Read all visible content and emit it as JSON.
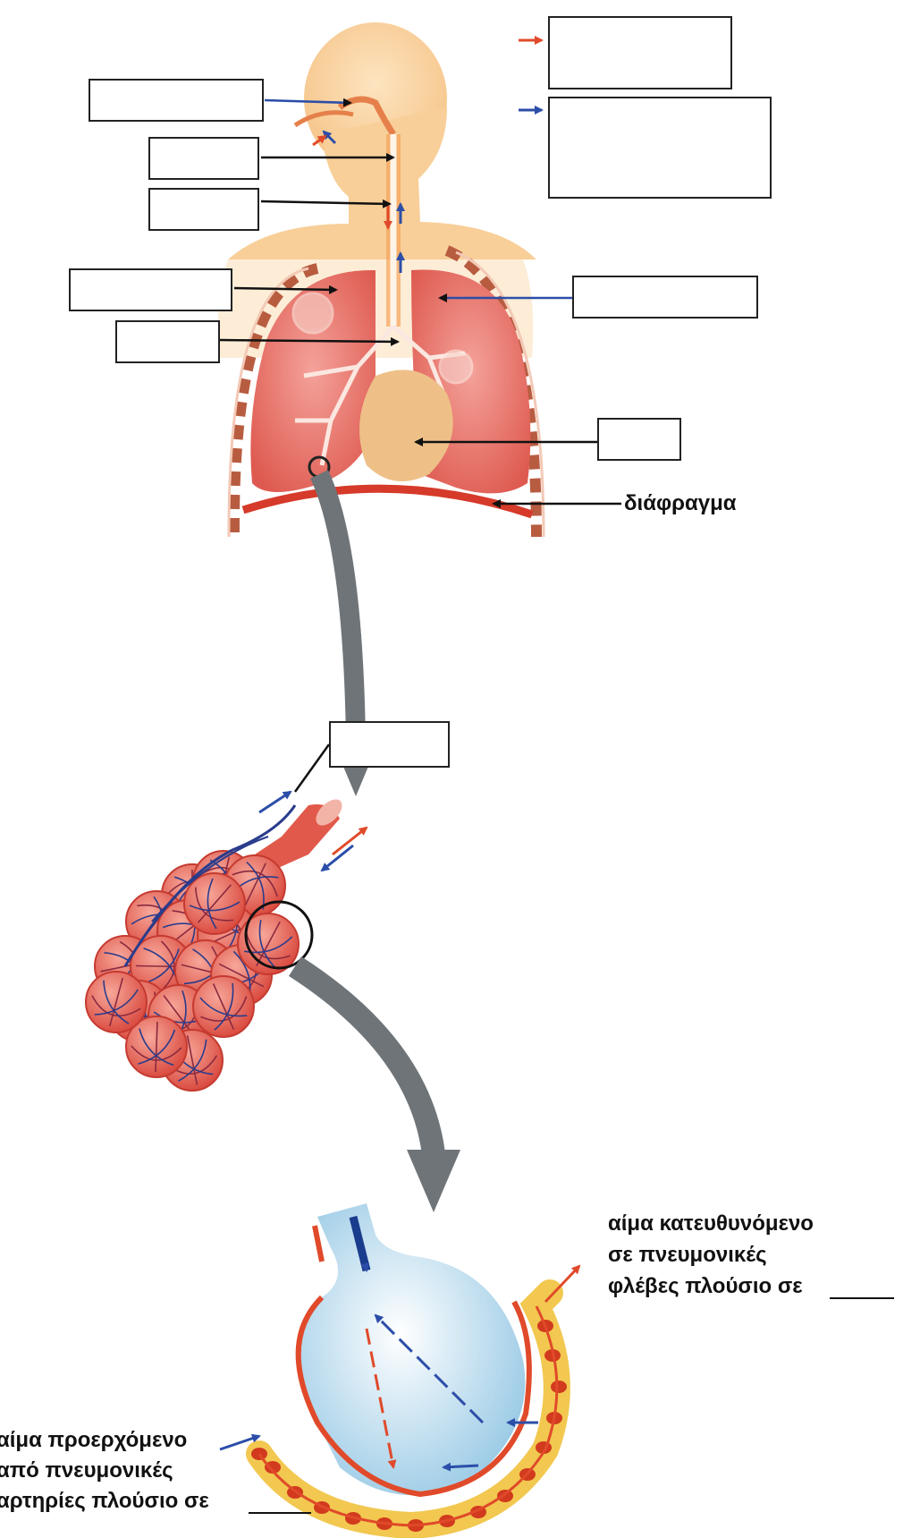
{
  "labels": {
    "diaphragm": "διάφραγμα",
    "vein_line1": "αίμα κατευθυνόμενο",
    "vein_line2": "σε πνευμονικές",
    "vein_line3": "φλέβες πλούσιο σε",
    "artery_line1": "αίμα προερχόμενο",
    "artery_line2": "από πνευμονικές",
    "artery_line3": "αρτηρίες πλούσιο σε"
  },
  "answer_boxes": [
    {
      "id": "legend-red"
    },
    {
      "id": "legend-blue"
    },
    {
      "id": "nasal-cavity"
    },
    {
      "id": "pharynx"
    },
    {
      "id": "larynx"
    },
    {
      "id": "bronchiole"
    },
    {
      "id": "bronchus"
    },
    {
      "id": "lung"
    },
    {
      "id": "heart"
    },
    {
      "id": "alveoli"
    }
  ],
  "colors": {
    "skin": "#f9d19a",
    "lung": "#e8706a",
    "heart": "#eec088",
    "diaphragm": "#d63a2a",
    "rib": "#b85c40",
    "gray_arrow": "#6e7478",
    "red_arrow": "#e04a2a",
    "blue_arrow": "#2c4ea8",
    "capillary_blue": "#2a3c8c",
    "alveolus_fill": "#b8dcee",
    "blood_vessel": "#f2c850",
    "blood_cell": "#d23a1e"
  },
  "icons": [
    "red-arrow-icon",
    "blue-arrow-icon"
  ]
}
